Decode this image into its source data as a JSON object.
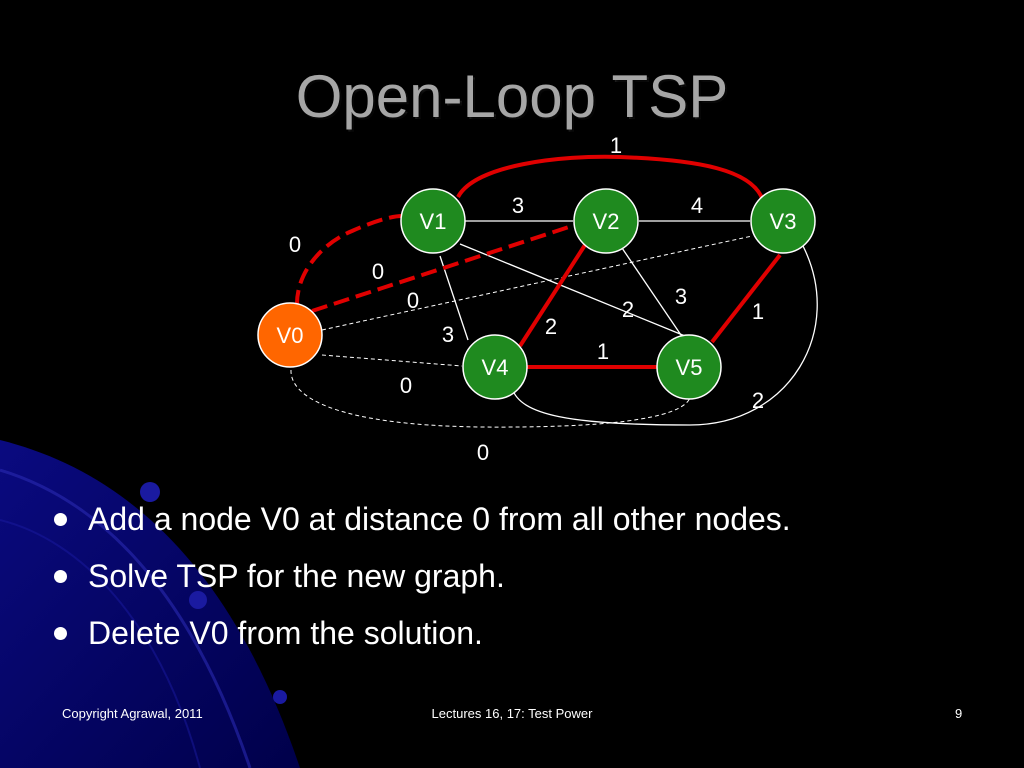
{
  "slide": {
    "title": "Open-Loop TSP",
    "bullets": [
      "Add a node V0 at distance 0 from all other nodes.",
      "Solve TSP for the new graph.",
      "Delete V0 from the solution."
    ],
    "footer": {
      "left": "Copyright Agrawal, 2011",
      "center": "Lectures 16, 17: Test Power",
      "page": "9"
    }
  },
  "graph": {
    "nodes": {
      "v0": "V0",
      "v1": "V1",
      "v2": "V2",
      "v3": "V3",
      "v4": "V4",
      "v5": "V5"
    },
    "weights": {
      "v1_v3": "1",
      "v1_v2": "3",
      "v2_v3": "4",
      "v0_v1": "0",
      "v0_v2": "0",
      "v0_v3": "0",
      "v1_v4": "3",
      "v2_v4": "2",
      "v1_v5": "2",
      "v2_v5": "3",
      "v3_v5": "1",
      "v4_v5": "1",
      "v0_v4": "0",
      "v3_v4": "2",
      "v0_v5": "0"
    },
    "colors": {
      "node_green": "#1f8a1f",
      "node_orange": "#ff6600",
      "path_red": "#e00000",
      "edge_white": "#ffffff"
    }
  }
}
